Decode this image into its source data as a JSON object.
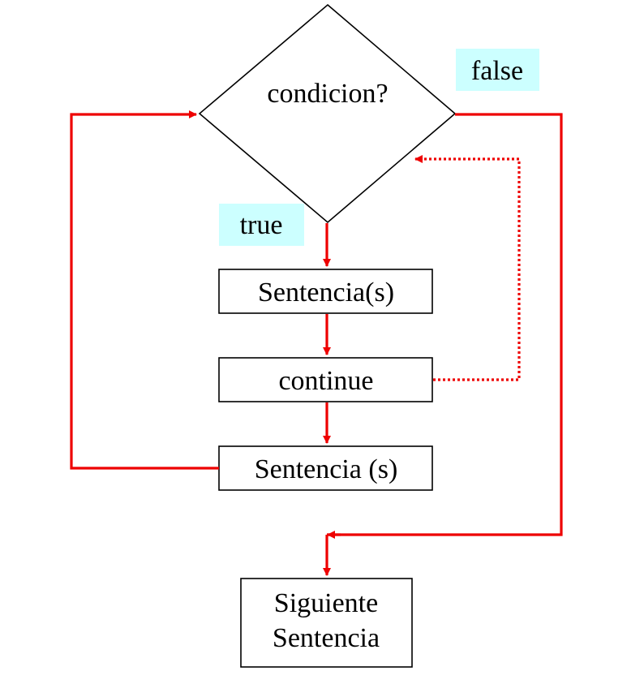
{
  "colors": {
    "flow_line": "#ee0000",
    "label_background": "#ccffff",
    "node_border": "#000000",
    "background": "#ffffff"
  },
  "decision": {
    "text": "condicion?"
  },
  "labels": {
    "true": "true",
    "false": "false"
  },
  "statements": {
    "first": "Sentencia(s)",
    "continue": "continue",
    "second": "Sentencia (s)"
  },
  "next_statement": {
    "line1": "Siguiente",
    "line2": "Sentencia"
  }
}
